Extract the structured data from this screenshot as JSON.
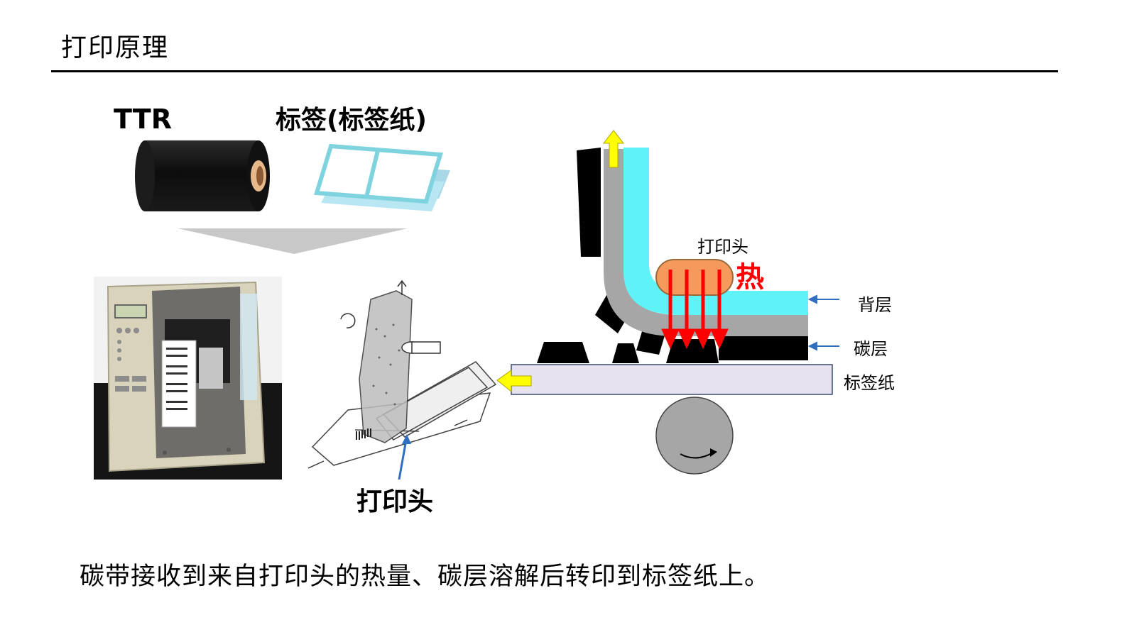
{
  "page": {
    "title": "打印原理"
  },
  "left": {
    "ttr_label": "TTR",
    "label_paper_label": "标签(标签纸)",
    "printhead_callout": "打印头"
  },
  "diagram": {
    "print_head_label": "打印头",
    "heat_label": "热",
    "back_layer_label": "背层",
    "carbon_layer_label": "碳层",
    "label_paper_label": "标签纸",
    "colors": {
      "back_layer": "#5ff3f7",
      "carbon_ribbon": "#a6a6a6",
      "carbon_ink": "#000000",
      "label_paper": "#e6e2ef",
      "print_head": "#f59a5c",
      "heat_arrow": "#ff0000",
      "flow_arrow": "#ffff00",
      "callout_arrow": "#2e6fc0",
      "roller": "#a6a6a6"
    }
  },
  "caption": "碳带接收到来自打印头的热量、碳层溶解后转印到标签纸上。"
}
